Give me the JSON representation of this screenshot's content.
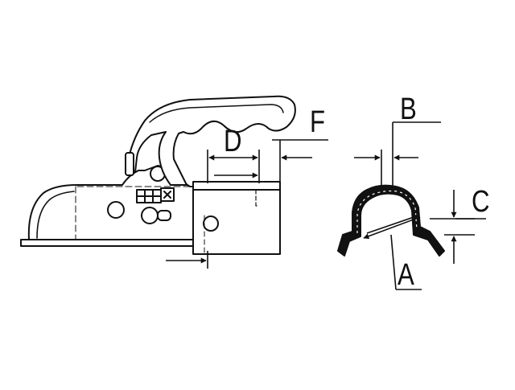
{
  "diagram": {
    "colors": {
      "ink": "#111111",
      "paper": "#ffffff"
    },
    "labels": {
      "a": "A",
      "b": "B",
      "c": "C",
      "d": "D",
      "f": "F"
    }
  }
}
